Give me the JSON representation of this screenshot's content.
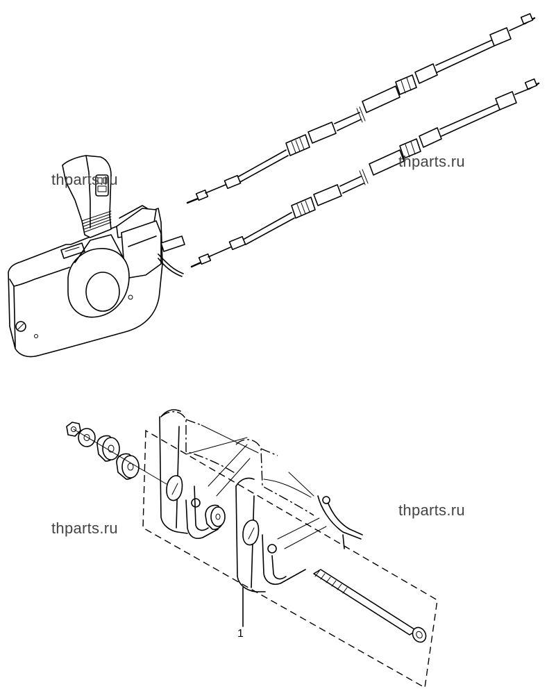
{
  "watermarks": [
    "thparts.ru",
    "thparts.ru",
    "thparts.ru",
    "thparts.ru"
  ],
  "callouts": {
    "part_1": "1"
  }
}
